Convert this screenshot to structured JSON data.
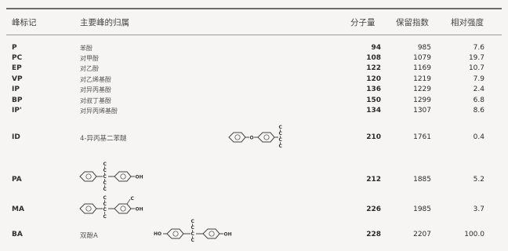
{
  "headers": {
    "peak_label": "峰标记",
    "assignment": "主要峰的归属",
    "mw": "分子量",
    "retention_index": "保留指数",
    "relative_intensity": "相对强度"
  },
  "rows": [
    {
      "label": "P",
      "name": "苯酚",
      "mw": "94",
      "ri": "985",
      "intensity": "7.6"
    },
    {
      "label": "PC",
      "name": "对甲酚",
      "mw": "108",
      "ri": "1079",
      "intensity": "19.7"
    },
    {
      "label": "EP",
      "name": "对乙酚",
      "mw": "122",
      "ri": "1169",
      "intensity": "10.7"
    },
    {
      "label": "VP",
      "name": "对乙烯基酚",
      "mw": "120",
      "ri": "1219",
      "intensity": "7.9"
    },
    {
      "label": "IP",
      "name": "对异丙基酚",
      "mw": "136",
      "ri": "1229",
      "intensity": "2.4"
    },
    {
      "label": "BP",
      "name": "对叔丁基酚",
      "mw": "150",
      "ri": "1299",
      "intensity": "6.8"
    },
    {
      "label": "IP'",
      "name": "对异丙烯基酚",
      "mw": "134",
      "ri": "1307",
      "intensity": "8.6"
    },
    {
      "label": "ID",
      "name": "4-异丙基二苯醚",
      "mw": "210",
      "ri": "1761",
      "intensity": "0.4"
    },
    {
      "label": "PA",
      "name": "",
      "mw": "212",
      "ri": "1885",
      "intensity": "5.2"
    },
    {
      "label": "MA",
      "name": "",
      "mw": "226",
      "ri": "1985",
      "intensity": "3.7"
    },
    {
      "label": "BA",
      "name": "双酚A",
      "mw": "228",
      "ri": "2207",
      "intensity": "100.0"
    }
  ],
  "structure_text": {
    "c": "C",
    "o": "O",
    "oh": "OH",
    "ho": "HO"
  }
}
